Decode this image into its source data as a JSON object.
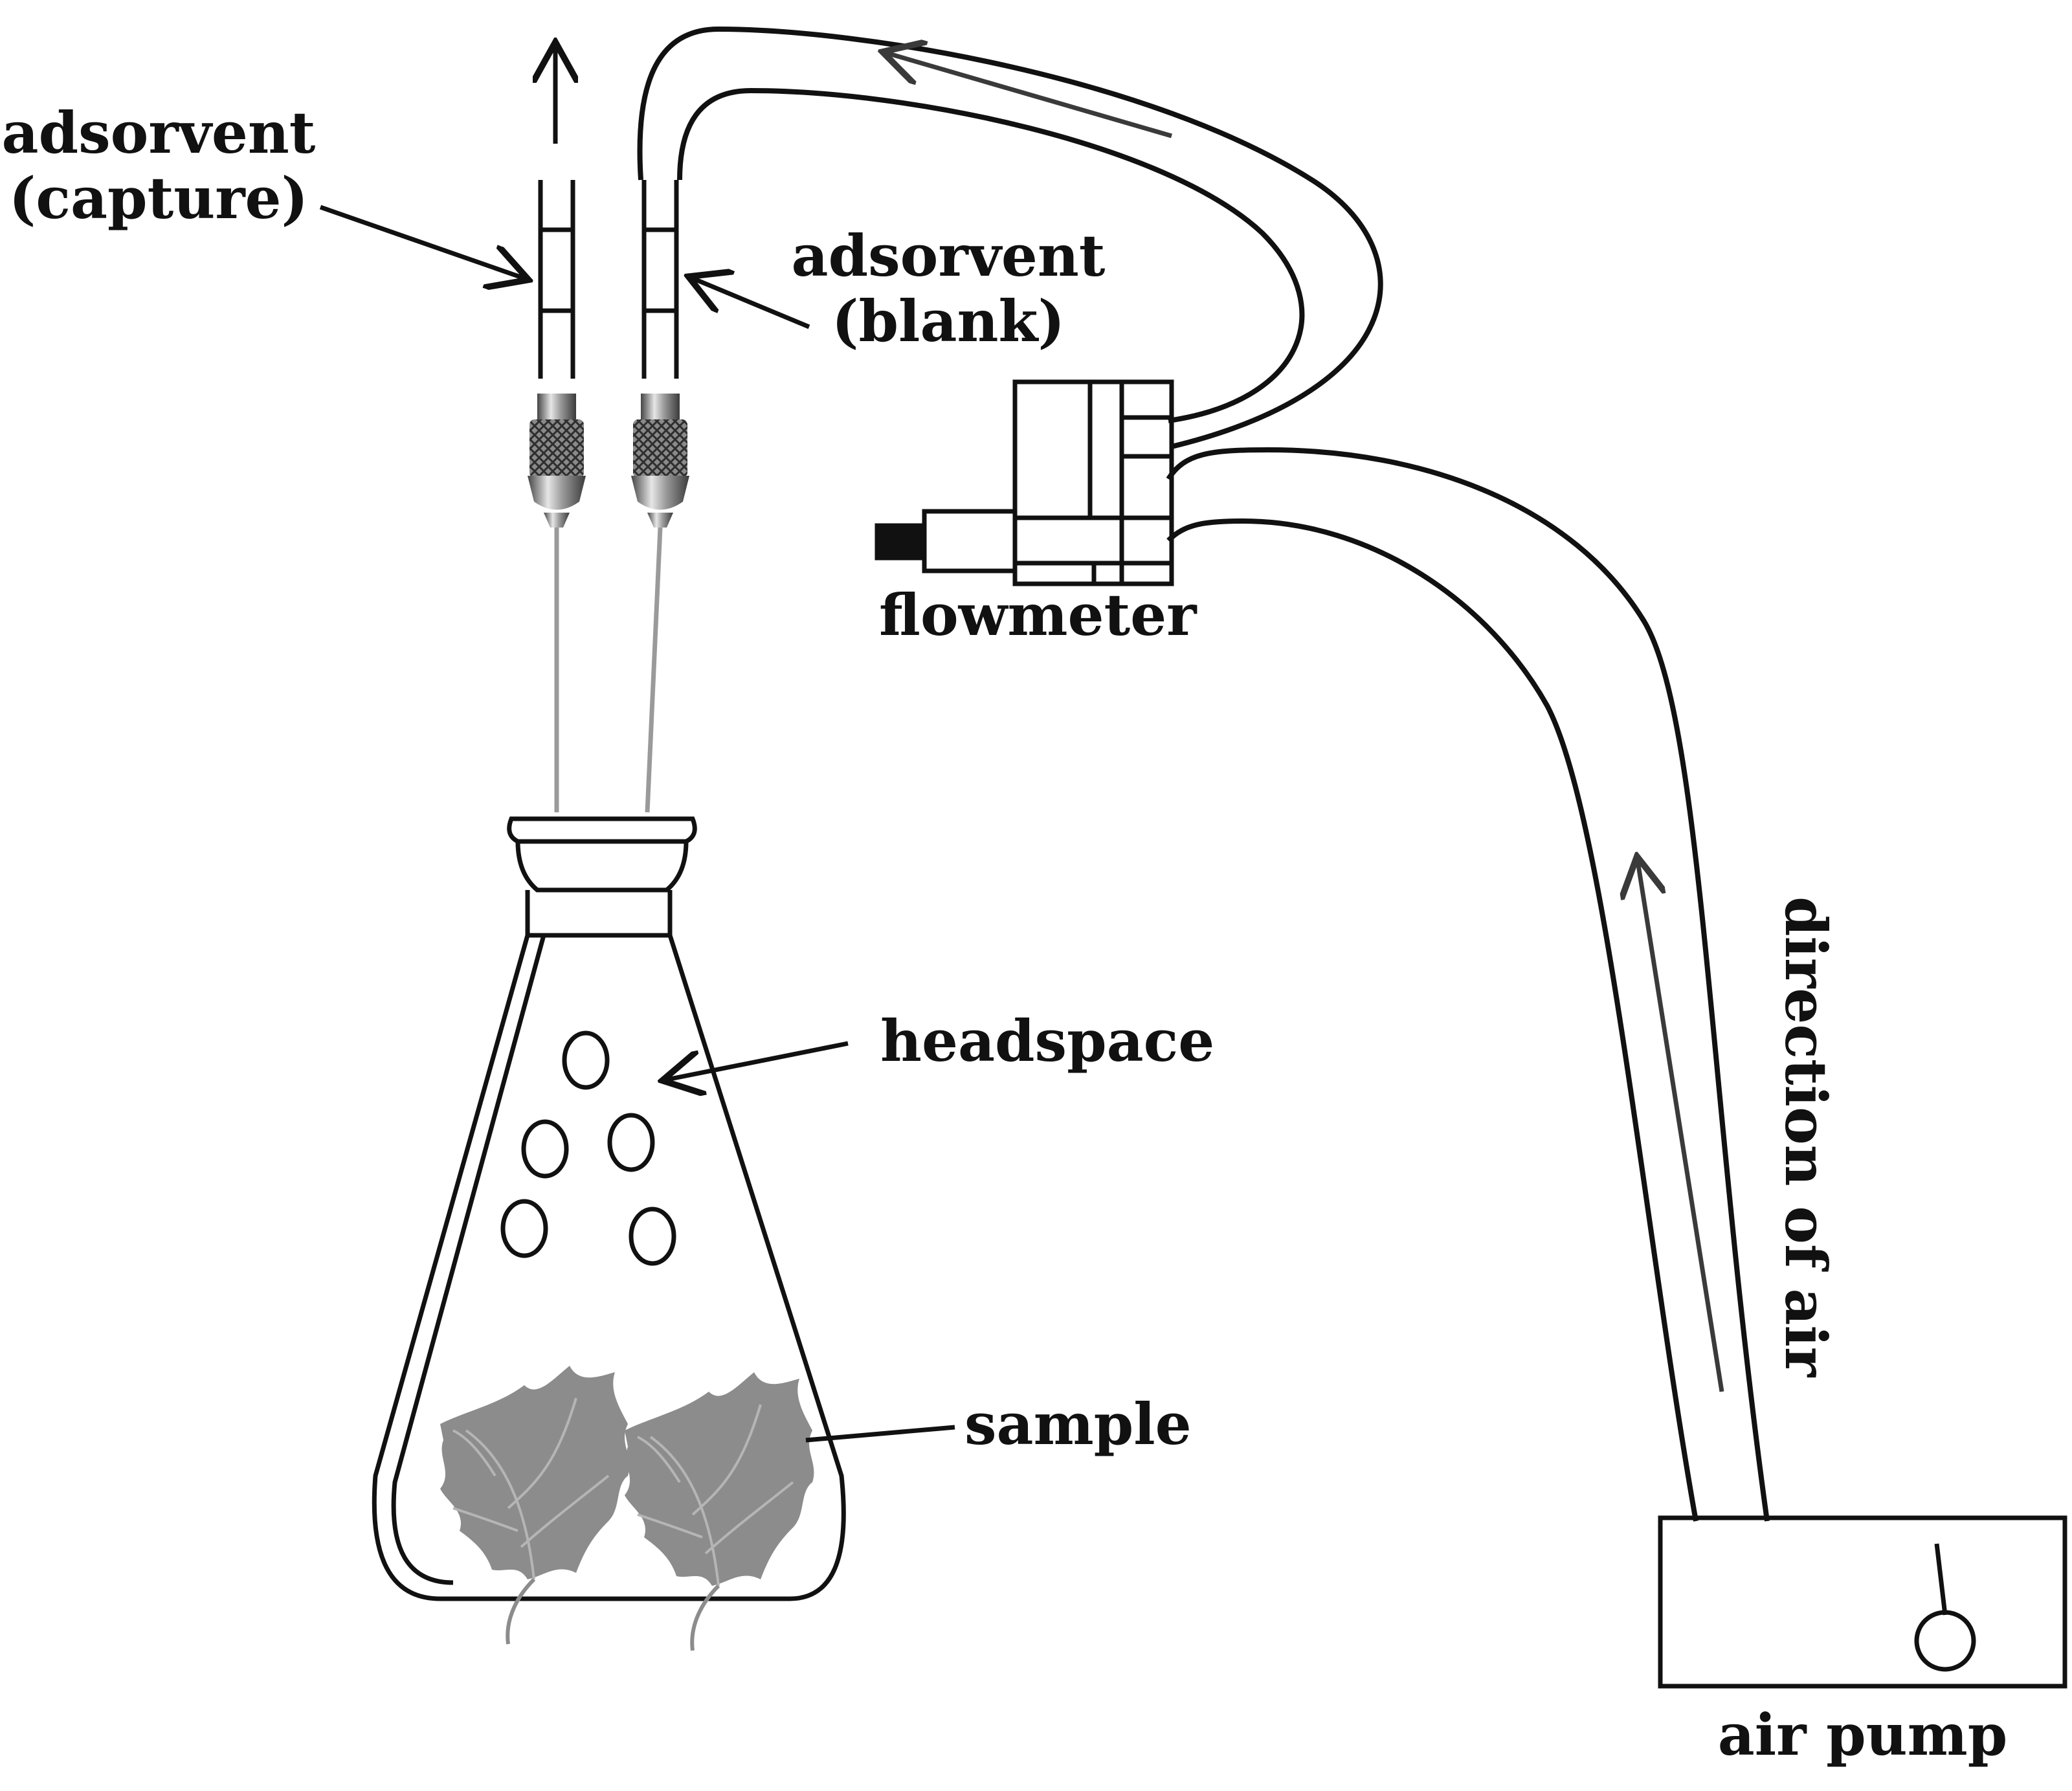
{
  "labels": {
    "adsorvent_capture_1": "adsorvent",
    "adsorvent_capture_2": "(capture)",
    "adsorvent_blank_1": "adsorvent",
    "adsorvent_blank_2": "(blank)",
    "flowmeter": "flowmeter",
    "headspace": "headspace",
    "sample": "sample",
    "direction_of_air": "direction of air",
    "air_pump": "air pump"
  },
  "colors": {
    "line": "#111111",
    "leaf": "#8c8c8c",
    "needle": "#9a9a9a",
    "airflow_arrow": "#3a3a3a"
  }
}
